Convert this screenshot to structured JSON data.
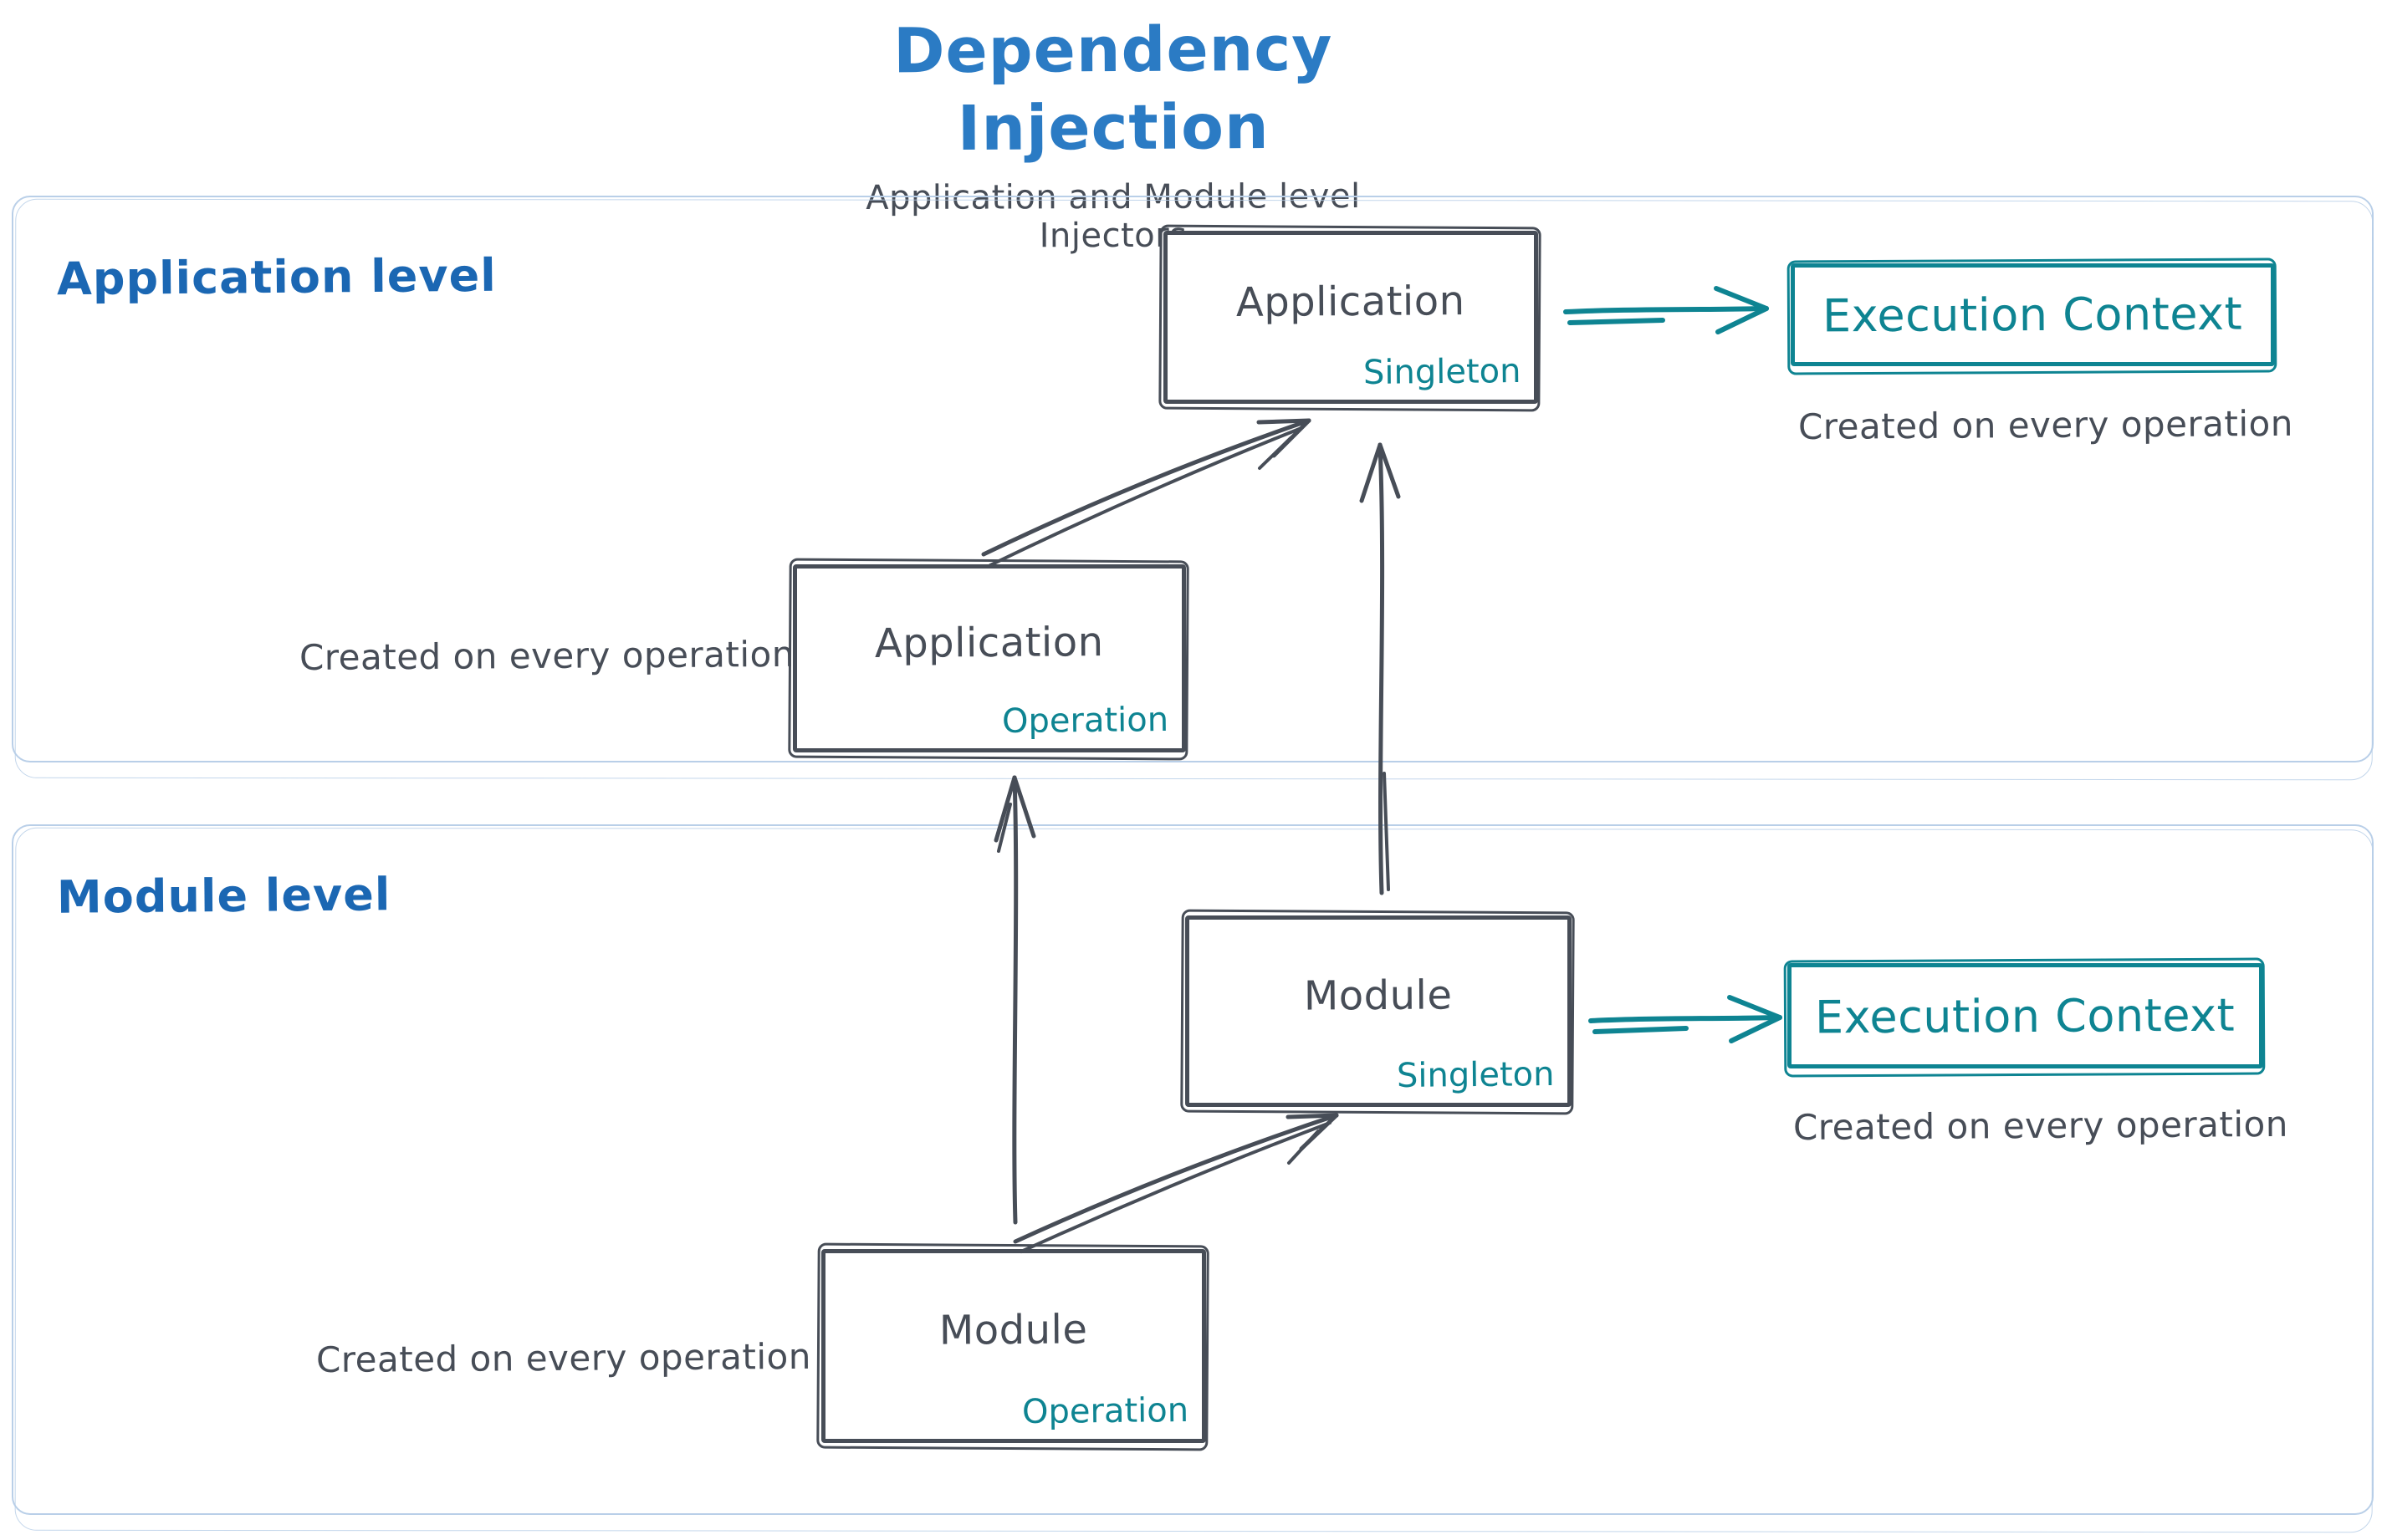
{
  "header": {
    "title": "Dependency Injection",
    "subtitle": "Application and Module level Injectors"
  },
  "frames": {
    "application": {
      "label": "Application level"
    },
    "module": {
      "label": "Module level"
    }
  },
  "nodes": {
    "app_singleton": {
      "title": "Application",
      "scope": "Singleton"
    },
    "app_operation": {
      "title": "Application",
      "scope": "Operation"
    },
    "module_singleton": {
      "title": "Module",
      "scope": "Singleton"
    },
    "module_operation": {
      "title": "Module",
      "scope": "Operation"
    },
    "execution_context_app": {
      "title": "Execution Context"
    },
    "execution_context_module": {
      "title": "Execution Context"
    }
  },
  "annotations": {
    "app_execution_note": "Created on every operation",
    "app_operation_note": "Created on every operation",
    "module_execution_note": "Created on every operation",
    "module_operation_note": "Created on every operation"
  },
  "colors": {
    "title_blue": "#2b7bc4",
    "label_blue": "#1b67b3",
    "teal": "#0e8492",
    "ink": "#474d57",
    "frame_border": "#b9cfe8"
  }
}
